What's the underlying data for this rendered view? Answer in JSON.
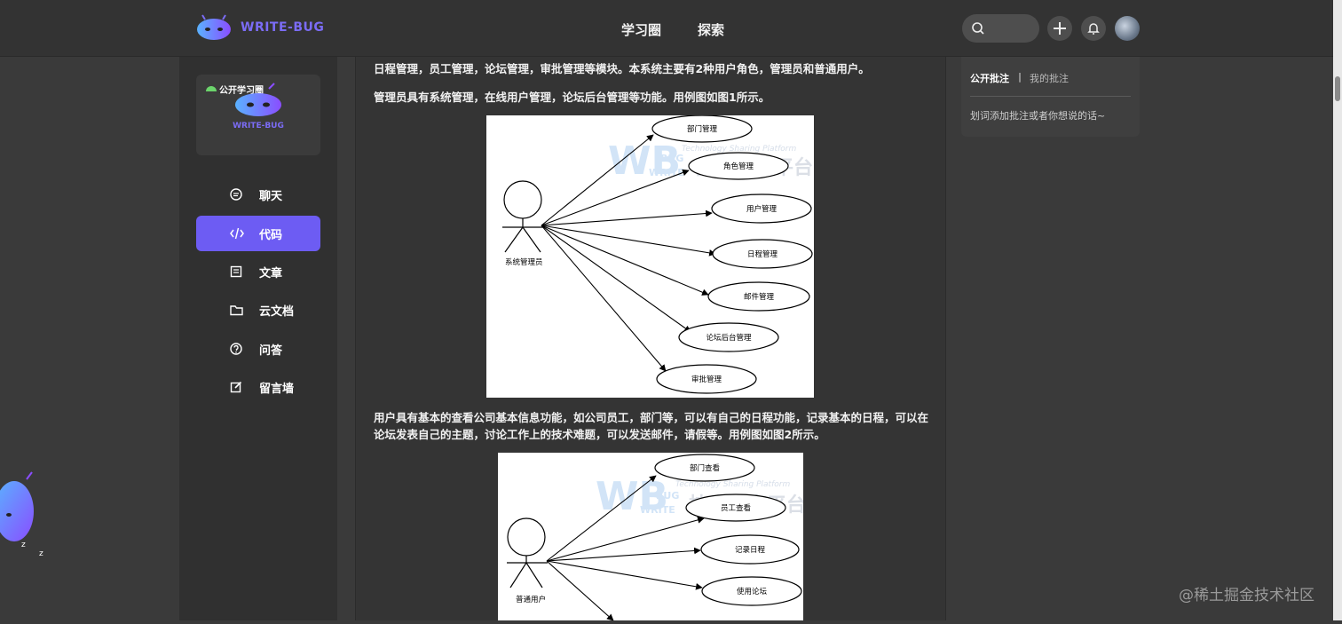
{
  "header": {
    "brand": "WRITE-BUG",
    "nav": [
      "学习圈",
      "探索"
    ]
  },
  "sidebar": {
    "card_label": "公开学习圈",
    "card_brand": "WRITE-BUG",
    "items": [
      {
        "label": "聊天",
        "icon": "chat-icon",
        "active": false
      },
      {
        "label": "代码",
        "icon": "code-icon",
        "active": true
      },
      {
        "label": "文章",
        "icon": "article-icon",
        "active": false
      },
      {
        "label": "云文档",
        "icon": "folder-icon",
        "active": false
      },
      {
        "label": "问答",
        "icon": "question-icon",
        "active": false
      },
      {
        "label": "留言墙",
        "icon": "edit-icon",
        "active": false
      }
    ]
  },
  "content": {
    "para1": "日程管理，员工管理，论坛管理，审批管理等模块。本系统主要有2种用户角色，管理员和普通用户。",
    "para2": "管理员具有系统管理，在线用户管理，论坛后台管理等功能。用例图如图1所示。",
    "para3_l1": "用户具有基本的查看公司基本信息功能，如公司员工，部门等，可以有自己的日程功能，记录基本的日程，可以在",
    "para3_l2": "论坛发表自己的主题，讨论工作上的技术难题，可以发送邮件，请假等。用例图如图2所示。",
    "diagram1": {
      "actor": "系统管理员",
      "use_cases": [
        "部门管理",
        "角色管理",
        "用户管理",
        "日程管理",
        "邮件管理",
        "论坛后台管理",
        "审批管理"
      ]
    },
    "diagram2": {
      "actor": "普通用户",
      "use_cases": [
        "部门查看",
        "员工查看",
        "记录日程",
        "使用论坛"
      ]
    },
    "diagram_watermark": {
      "en": "Technology Sharing Platform",
      "cn": "技术分享平台",
      "bug": "BUG",
      "write": "WRITE"
    }
  },
  "annotations": {
    "tab_public": "公开批注",
    "separator": "|",
    "tab_mine": "我的批注",
    "hint": "划词添加批注或者你想说的话~"
  },
  "footer_watermark": "@稀土掘金技术社区",
  "colors": {
    "accent": "#6d5cf3",
    "brand": "#7b6cf6"
  }
}
